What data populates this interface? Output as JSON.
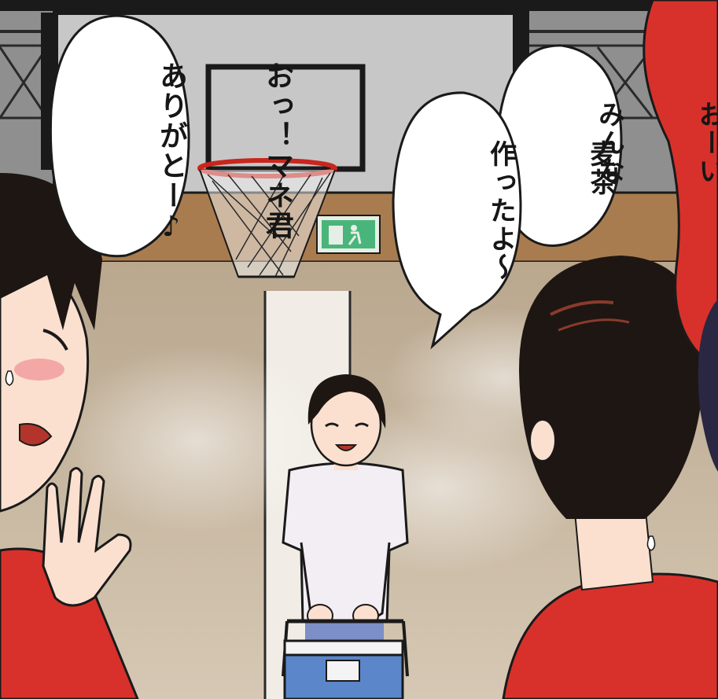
{
  "speech_bubbles": {
    "left": {
      "lines": [
        "おっ！マネ君",
        "ありがとー♪"
      ]
    },
    "right": {
      "lines": [
        "おーい",
        "みんな",
        "麦茶",
        "作ったよ〜"
      ]
    }
  },
  "exit_sign": {
    "icon": "emergency-exit-icon"
  },
  "colors": {
    "jersey_red": "#d8312b",
    "hair": "#1e1612",
    "wall_beige": "#c9b8a0",
    "wall_band": "#a57a4f",
    "cooler_blue": "#5b86c9"
  }
}
